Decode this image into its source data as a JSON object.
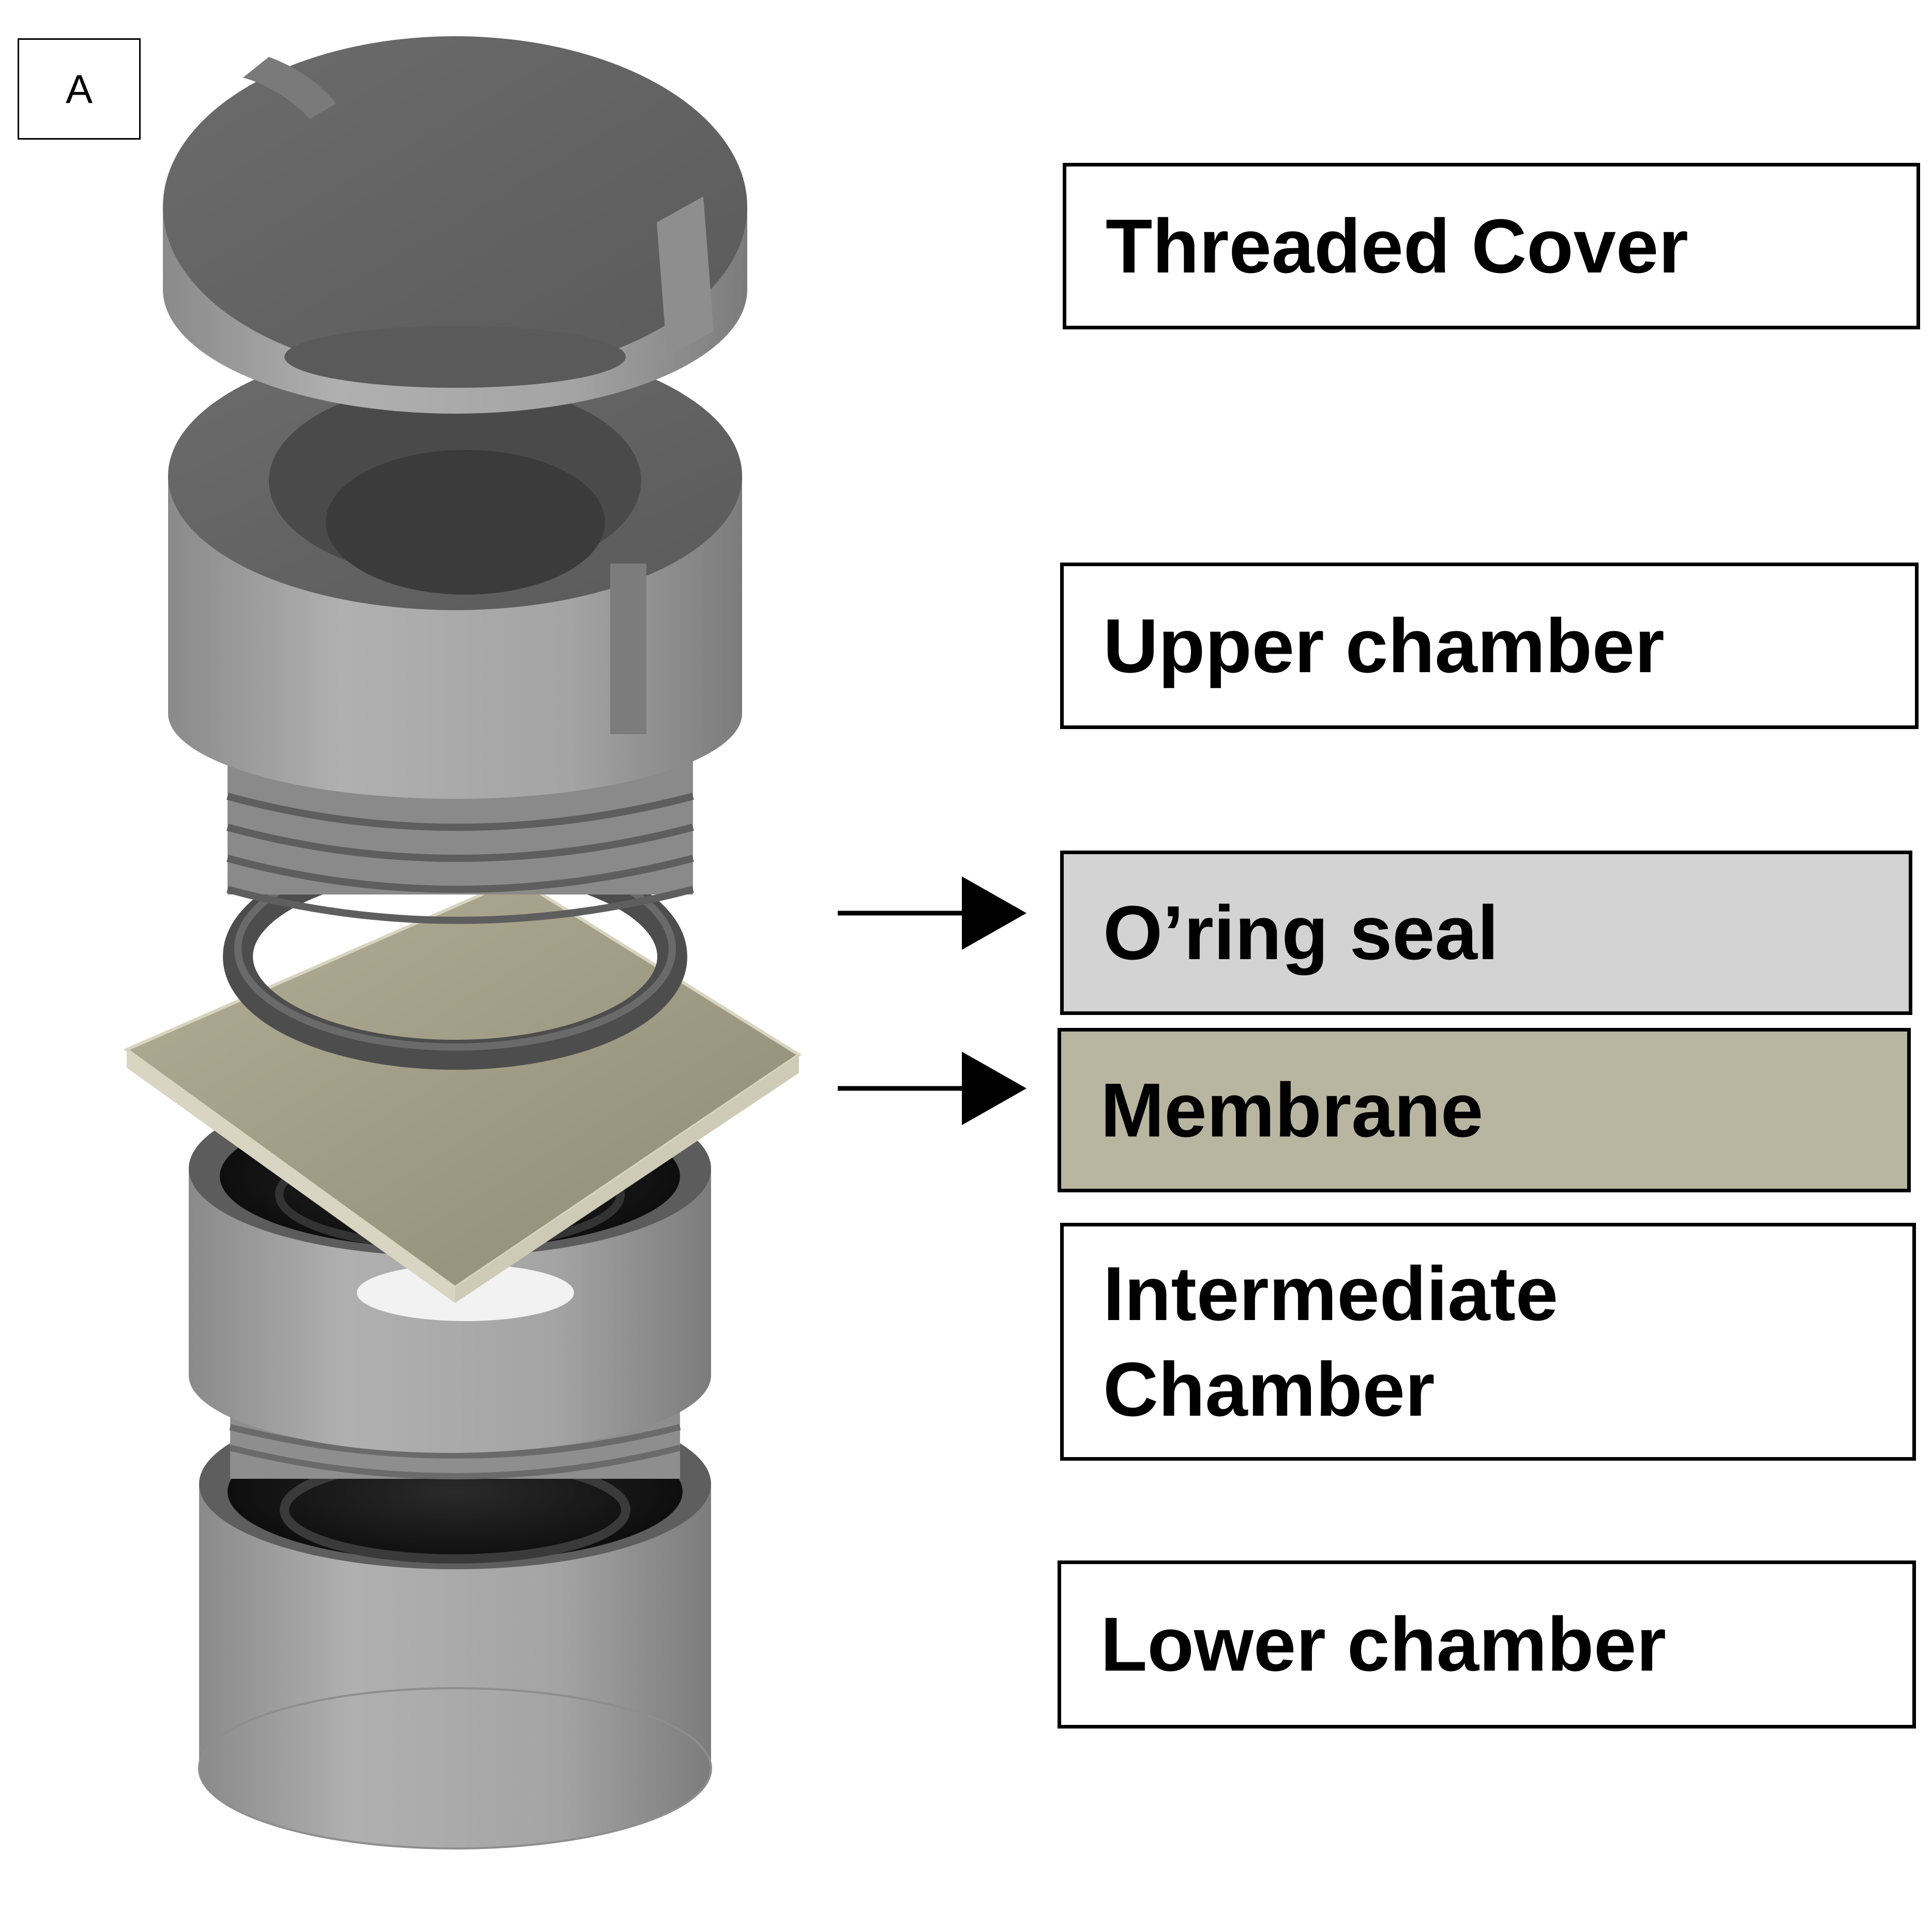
{
  "panel_label": "A",
  "labels": {
    "threaded_cover": "Threaded Cover",
    "upper_chamber": "Upper chamber",
    "oring_seal": "O’ring seal",
    "membrane": "Membrane",
    "intermediate_line1": "Intermediate",
    "intermediate_line2": "Chamber",
    "lower_chamber": "Lower chamber"
  },
  "colors": {
    "oring_box": "#d3d3d3",
    "membrane_box": "#b8b5a1",
    "plain_box": "#ffffff",
    "membrane_part": "#a8a38c",
    "body_light": "#a2a2a2",
    "body_dark": "#626262"
  }
}
